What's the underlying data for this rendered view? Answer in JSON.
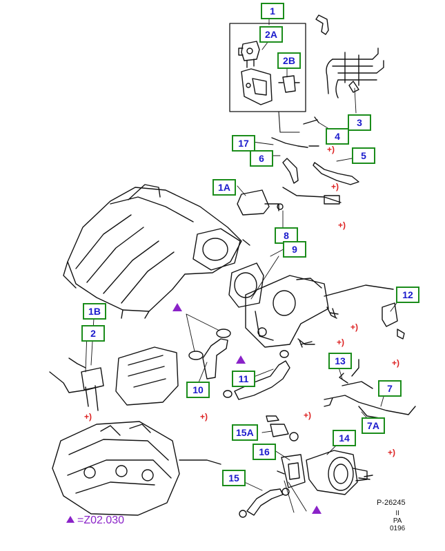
{
  "callouts": {
    "c1": "1",
    "c2a": "2A",
    "c2b": "2B",
    "c3": "3",
    "c4": "4",
    "c17": "17",
    "c6": "6",
    "c5": "5",
    "c1a": "1A",
    "c8": "8",
    "c9": "9",
    "c12": "12",
    "c1b": "1B",
    "c2": "2",
    "c13": "13",
    "c11": "11",
    "c10": "10",
    "c7": "7",
    "c7a": "7A",
    "c15a": "15A",
    "c14": "14",
    "c16": "16",
    "c15": "15"
  },
  "plus_ref": "+)",
  "legend": {
    "text": "=Z02.030",
    "color": "#8a22c8"
  },
  "reference": {
    "code": "P-26245",
    "mark1": "II",
    "mark2": "PA",
    "mark3": "0196"
  },
  "colors": {
    "box_border": "#1a8c1a",
    "box_text": "#1a1acc",
    "plus": "#dd2222",
    "triangle": "#8a22c8"
  }
}
